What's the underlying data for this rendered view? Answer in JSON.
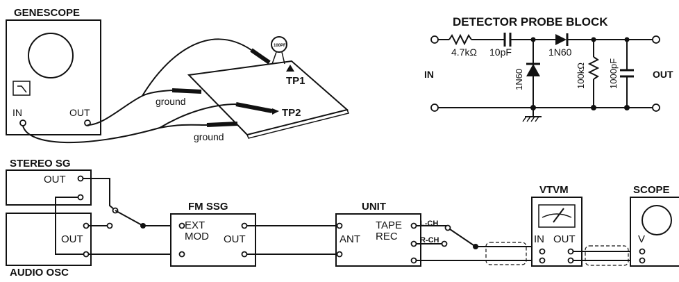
{
  "diagram": {
    "genescope": {
      "title": "GENESCOPE",
      "in_label": "IN",
      "out_label": "OUT",
      "cap_marking": "100PF",
      "ground_label_1": "ground",
      "ground_label_2": "ground",
      "tp1_label": "TP1",
      "tp2_label": "TP2"
    },
    "probe": {
      "title": "DETECTOR PROBE BLOCK",
      "in_label": "IN",
      "out_label": "OUT",
      "r1": "4.7kΩ",
      "c1": "10pF",
      "d1": "1N60",
      "d2": "1N60",
      "r2": "100kΩ",
      "c2": "1000pF"
    },
    "stereo_sg": {
      "title": "STEREO SG",
      "out_label": "OUT"
    },
    "audio_osc": {
      "title": "AUDIO OSC",
      "out_label": "OUT"
    },
    "fm_ssg": {
      "title": "FM SSG",
      "ext_label": "EXT",
      "mod_label": "MOD",
      "out_label": "OUT"
    },
    "unit": {
      "title": "UNIT",
      "ant_label": "ANT",
      "tape_label": "TAPE",
      "rec_label": "REC",
      "lch_label": "L-CH",
      "rch_label": "R-CH"
    },
    "vtvm": {
      "title": "VTVM",
      "in_label": "IN",
      "out_label": "OUT"
    },
    "scope": {
      "title": "SCOPE",
      "v_label": "V"
    }
  }
}
